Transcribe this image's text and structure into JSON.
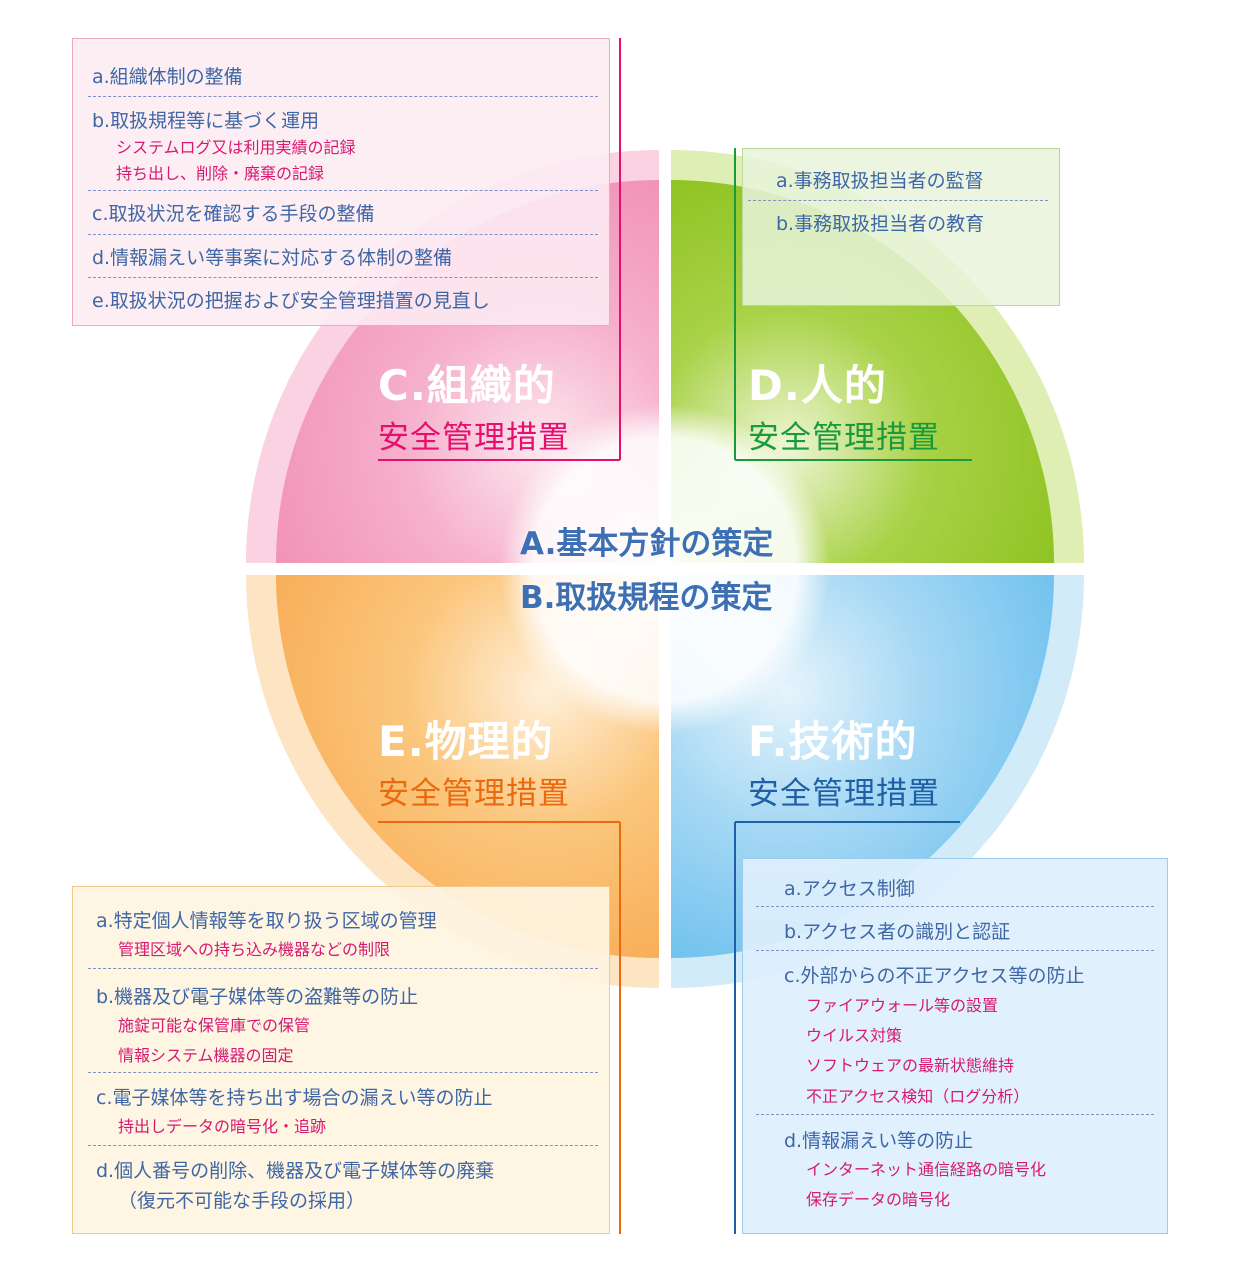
{
  "center": {
    "line1": "A.基本方針の策定",
    "line2": "B.取扱規程の策定"
  },
  "quadrants": {
    "c": {
      "title": "C.組織的",
      "subtitle": "安全管理措置",
      "color": "#e60e6f",
      "items": [
        {
          "label": "a.組織体制の整備",
          "subs": []
        },
        {
          "label": "b.取扱規程等に基づく運用",
          "subs": [
            "システムログ又は利用実績の記録",
            "持ち出し、削除・廃棄の記録"
          ]
        },
        {
          "label": "c.取扱状況を確認する手段の整備",
          "subs": []
        },
        {
          "label": "d.情報漏えい等事案に対応する体制の整備",
          "subs": []
        },
        {
          "label": "e.取扱状況の把握および安全管理措置の見直し",
          "subs": []
        }
      ]
    },
    "d": {
      "title": "D.人的",
      "subtitle": "安全管理措置",
      "color": "#1a9a3c",
      "items": [
        {
          "label": "a.事務取扱担当者の監督",
          "subs": []
        },
        {
          "label": "b.事務取扱担当者の教育",
          "subs": []
        }
      ]
    },
    "e": {
      "title": "E.物理的",
      "subtitle": "安全管理措置",
      "color": "#ea6a10",
      "items": [
        {
          "label": "a.特定個人情報等を取り扱う区域の管理",
          "subs": [
            "管理区域への持ち込み機器などの制限"
          ]
        },
        {
          "label": "b.機器及び電子媒体等の盗難等の防止",
          "subs": [
            "施錠可能な保管庫での保管",
            "情報システム機器の固定"
          ]
        },
        {
          "label": "c.電子媒体等を持ち出す場合の漏えい等の防止",
          "subs": [
            "持出しデータの暗号化・追跡"
          ]
        },
        {
          "label": "d.個人番号の削除、機器及び電子媒体等の廃棄",
          "subs": [
            "（復元不可能な手段の採用）"
          ]
        }
      ]
    },
    "f": {
      "title": "F.技術的",
      "subtitle": "安全管理措置",
      "color": "#1f5fa6",
      "items": [
        {
          "label": "a.アクセス制御",
          "subs": []
        },
        {
          "label": "b.アクセス者の識別と認証",
          "subs": []
        },
        {
          "label": "c.外部からの不正アクセス等の防止",
          "subs": [
            "ファイアウォール等の設置",
            "ウイルス対策",
            "ソフトウェアの最新状態維持",
            "不正アクセス検知（ログ分析）"
          ]
        },
        {
          "label": "d.情報漏えい等の防止",
          "subs": [
            "インターネット通信経路の暗号化",
            "保存データの暗号化"
          ]
        }
      ]
    }
  }
}
